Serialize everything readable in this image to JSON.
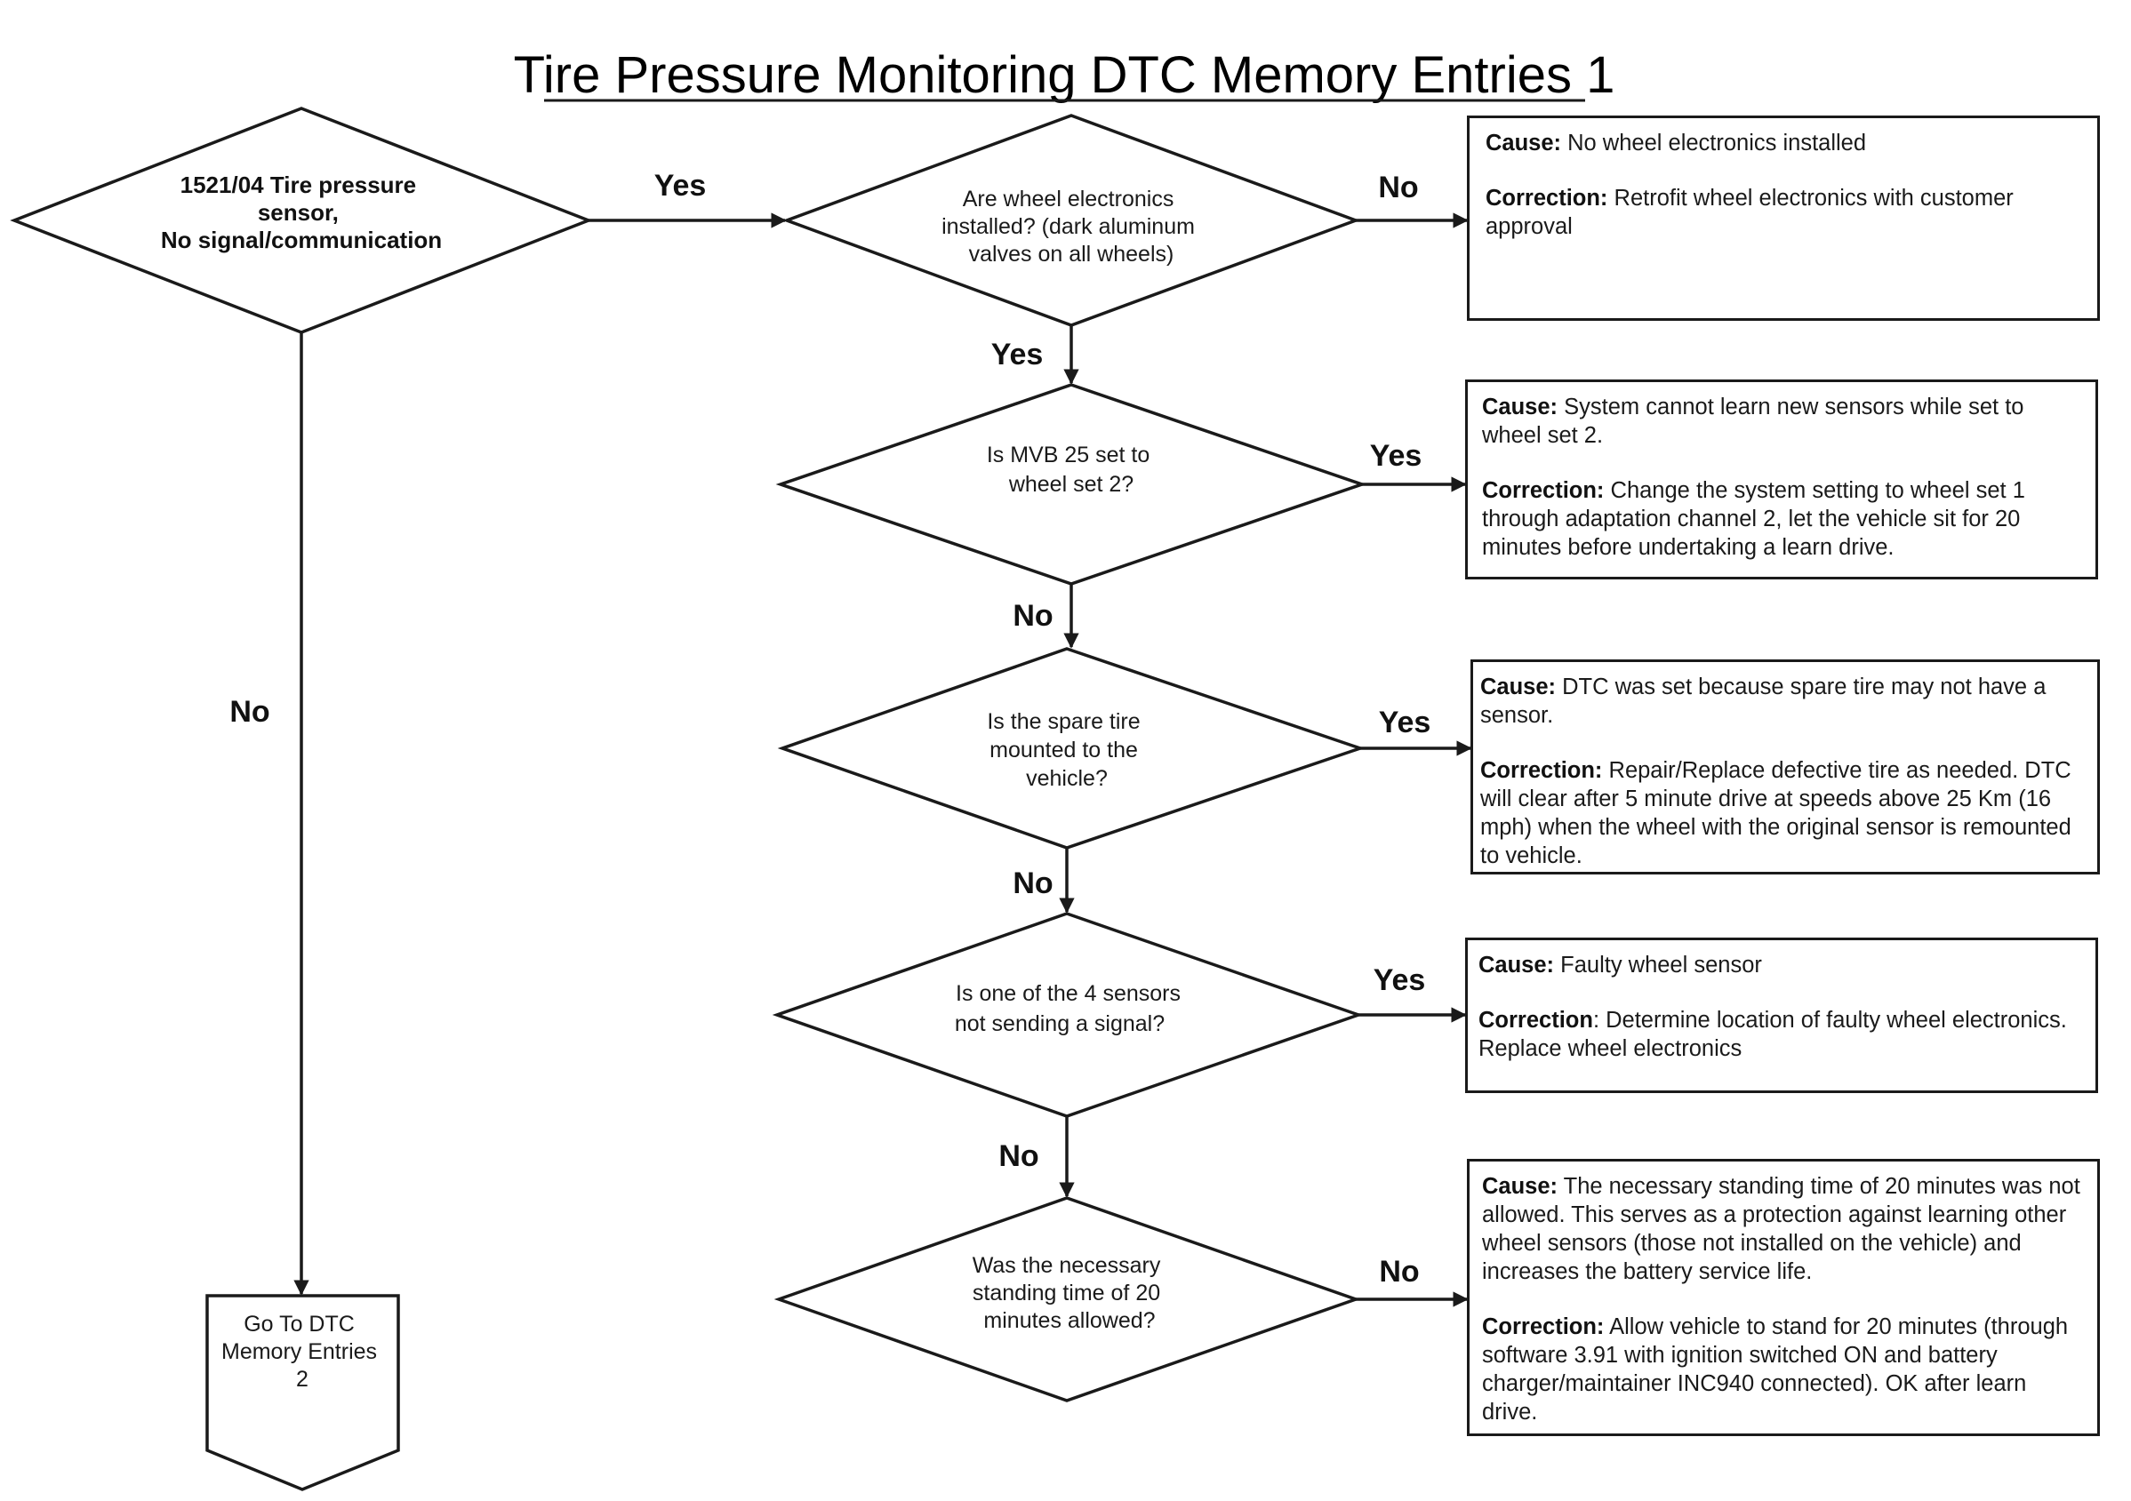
{
  "title": "Tire Pressure Monitoring DTC Memory Entries 1",
  "nodes": {
    "start": [
      "1521/04 Tire pressure",
      "sensor,",
      "No signal/communication"
    ],
    "d1": [
      "Are wheel electronics",
      "installed? (dark aluminum",
      "valves on all wheels)"
    ],
    "d2": [
      "Is MVB 25 set to",
      "wheel set 2?"
    ],
    "d3": [
      "Is the spare tire",
      "mounted to the",
      "vehicle?"
    ],
    "d4": [
      "Is one of the 4 sensors",
      "not sending a signal?"
    ],
    "d5": [
      "Was the necessary",
      "standing time of 20",
      "minutes allowed?"
    ],
    "goto": [
      "Go To DTC",
      "Memory Entries",
      "2"
    ]
  },
  "edges": {
    "start_d1": "Yes",
    "start_goto": "No",
    "d1_box1": "No",
    "d1_d2": "Yes",
    "d2_box2": "Yes",
    "d2_d3": "No",
    "d3_box3": "Yes",
    "d3_d4": "No",
    "d4_box4": "Yes",
    "d4_d5": "No",
    "d5_box5": "No"
  },
  "boxes": [
    {
      "cause_label": "Cause:",
      "cause": "No wheel electronics installed",
      "correction_label": "Correction:",
      "correction": "Retrofit wheel electronics with customer approval"
    },
    {
      "cause_label": "Cause:",
      "cause": "System cannot learn new sensors while set to wheel set 2.",
      "correction_label": "Correction:",
      "correction": "Change the system setting to wheel set 1 through adaptation channel 2, let the vehicle sit for 20 minutes before undertaking a learn drive."
    },
    {
      "cause_label": "Cause:",
      "cause": "DTC was set because spare tire may not have a sensor.",
      "correction_label": "Correction:",
      "correction": "Repair/Replace defective tire as needed. DTC will clear after 5 minute drive at speeds above 25 Km (16 mph) when the wheel with the original sensor is remounted to vehicle."
    },
    {
      "cause_label": "Cause:",
      "cause": "Faulty wheel sensor",
      "correction_label": "Correction",
      "correction": ": Determine location of faulty wheel electronics. Replace wheel electronics"
    },
    {
      "cause_label": "Cause:",
      "cause": "The necessary standing time of 20 minutes was not allowed. This serves as a protection against learning other wheel sensors (those not installed on the vehicle) and increases the battery service life.",
      "correction_label": "Correction:",
      "correction": "Allow vehicle to stand for 20 minutes (through software 3.91 with ignition switched ON and battery charger/maintainer INC940 connected). OK after learn drive."
    }
  ]
}
